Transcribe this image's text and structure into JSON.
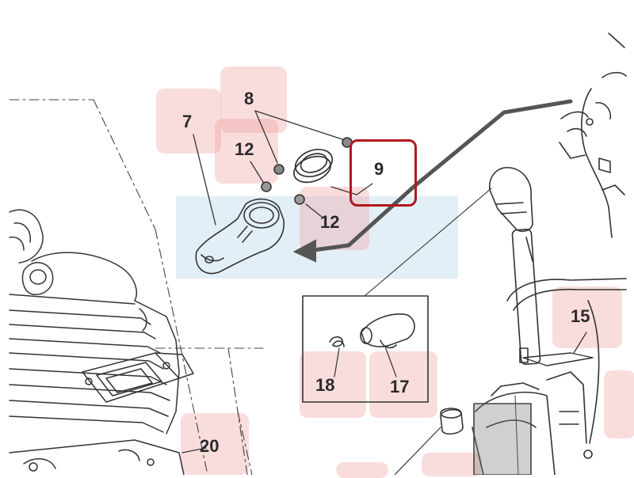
{
  "diagram": {
    "labels": {
      "part_7": "7",
      "part_8": "8",
      "part_9": "9",
      "part_12a": "12",
      "part_12b": "12",
      "part_15": "15",
      "part_17": "17",
      "part_18": "18",
      "part_20": "20"
    },
    "selected_part": "9",
    "colors": {
      "highlight": "#ec9696",
      "selected_border": "#b0181c",
      "line": "#333333",
      "arrow": "#555555",
      "focus_band": "#afd2e6"
    }
  }
}
